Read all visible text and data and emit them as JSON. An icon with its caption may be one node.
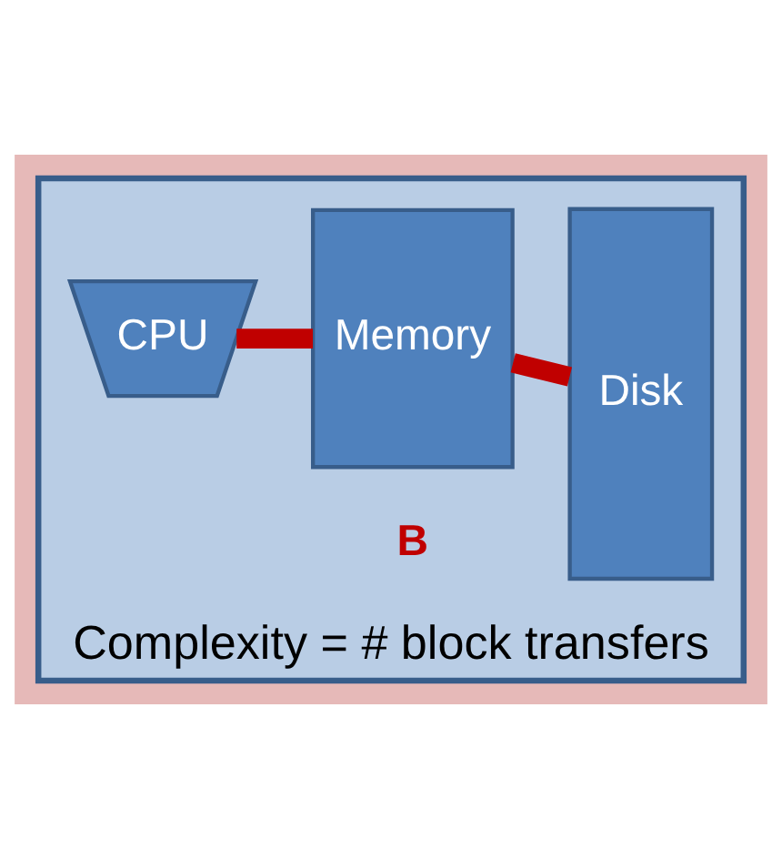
{
  "diagram": {
    "nodes": [
      {
        "text": [
          "Complexity = # block transfers"
        ]
      },
      {
        "text": [
          "CPU"
        ],
        "in": 0
      },
      {
        "text": [
          "Memory"
        ],
        "in": 0
      },
      {
        "text": [
          "Disk"
        ],
        "in": 0
      }
    ],
    "edges": [
      {
        "from": 1,
        "to": 2,
        "arrow": "none"
      },
      {
        "from": 2,
        "to": 3,
        "arrow": "none"
      }
    ],
    "labels": [
      "B"
    ]
  }
}
